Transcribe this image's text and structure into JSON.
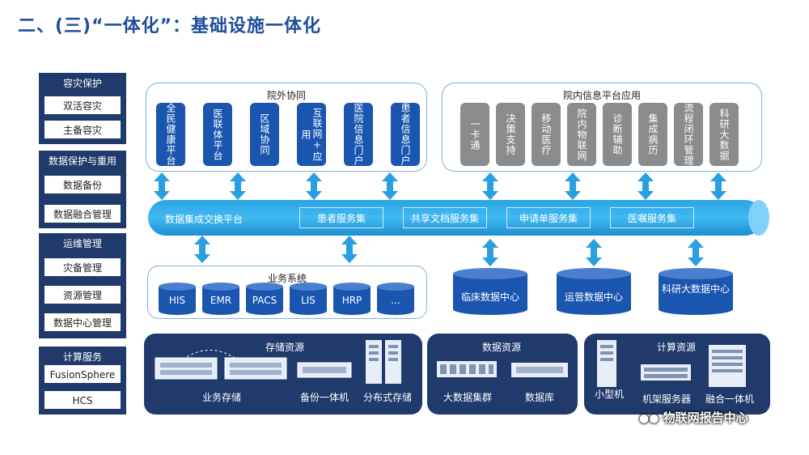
{
  "title": "二、(三)“一体化”：基础设施一体化",
  "left_groups": [
    {
      "head": "容灾保护",
      "items": [
        "双活容灾",
        "主备容灾"
      ]
    },
    {
      "head": "数据保护与重用",
      "items": [
        "数据备份",
        "数据融合管理"
      ]
    },
    {
      "head": "运维管理",
      "items": [
        "灾备管理",
        "资源管理",
        "数据中心管理"
      ]
    },
    {
      "head": "计算服务",
      "items": [
        "FusionSphere",
        "HCS"
      ]
    }
  ],
  "outer_panel": {
    "title": "院外协同",
    "tiles": [
      "全民健康平台",
      "医联体平台",
      "区域协同",
      "互联网+应用",
      "医院信息门户",
      "患者信息门户"
    ]
  },
  "inner_panel": {
    "title": "院内信息平台应用",
    "tiles": [
      "一卡通",
      "决策支持",
      "移动医疗",
      "院内物联网",
      "诊断辅助",
      "集成病历",
      "流程闭环管理",
      "科研大数据"
    ]
  },
  "bus": {
    "label": "数据集成交换平台",
    "services": [
      "患者服务集",
      "共享文档服务集",
      "申请单服务集",
      "医嘱服务集"
    ]
  },
  "business": {
    "title": "业务系统",
    "systems": [
      "HIS",
      "EMR",
      "PACS",
      "LIS",
      "HRP",
      "..."
    ]
  },
  "data_centers": [
    "临床数据中心",
    "运营数据中心",
    "科研大数据中心"
  ],
  "storage": {
    "title": "存储资源",
    "labels": [
      "业务存储",
      "备份一体机",
      "分布式存储"
    ]
  },
  "data_res": {
    "title": "数据资源",
    "labels": [
      "大数据集群",
      "数据库"
    ]
  },
  "compute": {
    "title": "计算资源",
    "labels": [
      "小型机",
      "机架服务器",
      "融合一体机"
    ]
  },
  "watermark": "物联网报告中心",
  "colors": {
    "title": "#1f4e9c",
    "navy": "#1f3a6b",
    "blue_tile": "#1a56b0",
    "gray_tile": "#8b8b8b",
    "pipe": "#2aa4e6",
    "arrow": "#2a9fe0"
  }
}
